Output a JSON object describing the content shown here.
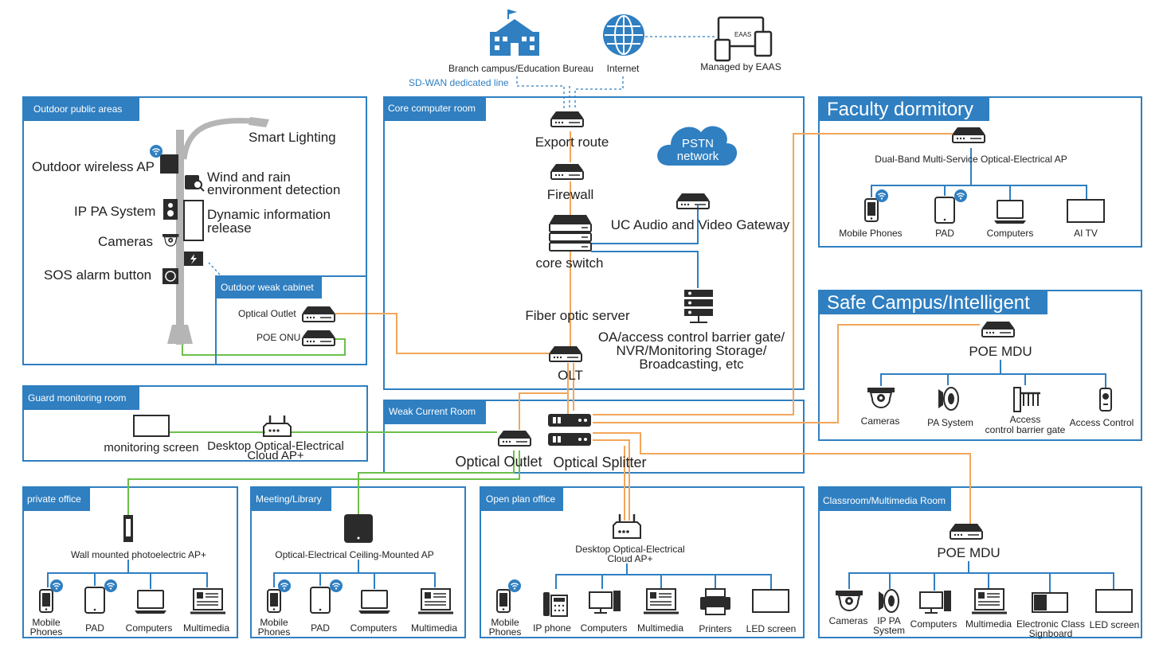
{
  "top": {
    "branch_label": "Branch campus/Education Bureau",
    "internet_label": "Internet",
    "eaas_label": "Managed by EAAS",
    "eaas_screen_text": "EAAS",
    "sdwan_label": "SD-WAN dedicated line"
  },
  "outdoor": {
    "title": "Outdoor public areas",
    "smart_lighting": "Smart Lighting",
    "wireless_ap": "Outdoor wireless AP",
    "wind_rain_1": "Wind and rain",
    "wind_rain_2": "environment detection",
    "ip_pa": "IP PA System",
    "dynamic_1": "Dynamic information",
    "dynamic_2": "release",
    "cameras": "Cameras",
    "sos": "SOS alarm button",
    "weak_cabinet_title": "Outdoor weak cabinet",
    "optical_outlet": "Optical Outlet",
    "poe_onu": "POE ONU"
  },
  "core": {
    "title": "Core computer room",
    "export_route": "Export route",
    "firewall": "Firewall",
    "pstn_1": "PSTN",
    "pstn_2": "network",
    "uc_gateway": "UC Audio and Video Gateway",
    "core_switch": "core switch",
    "fiber_server": "Fiber optic server",
    "oa_1": "OA/access control barrier gate/",
    "oa_2": "NVR/Monitoring Storage/",
    "oa_3": "Broadcasting, etc",
    "olt": "OLT"
  },
  "guard": {
    "title": "Guard monitoring room",
    "monitoring_screen": "monitoring screen",
    "desktop_ap_1": "Desktop Optical-Electrical",
    "desktop_ap_2": "Cloud AP+"
  },
  "weak_room": {
    "title": "Weak Current Room",
    "optical_outlet": "Optical Outlet",
    "optical_splitter": "Optical Splitter"
  },
  "faculty": {
    "title": "Faculty dormitory",
    "ap": "Dual-Band Multi-Service Optical-Electrical AP",
    "mobile": "Mobile Phones",
    "pad": "PAD",
    "computers": "Computers",
    "ai_tv": "AI TV"
  },
  "safe": {
    "title": "Safe Campus/Intelligent",
    "poe_mdu": "POE MDU",
    "cameras": "Cameras",
    "pa": "PA System",
    "access_gate_1": "Access",
    "access_gate_2": "control barrier gate",
    "access_control": "Access Control"
  },
  "private": {
    "title": "private office",
    "ap": "Wall mounted photoelectric AP+",
    "mobile_1": "Mobile",
    "mobile_2": "Phones",
    "pad": "PAD",
    "computers": "Computers",
    "multimedia": "Multimedia"
  },
  "meeting": {
    "title": "Meeting/Library",
    "ap": "Optical-Electrical Ceiling-Mounted AP",
    "mobile_1": "Mobile",
    "mobile_2": "Phones",
    "pad": "PAD",
    "computers": "Computers",
    "multimedia": "Multimedia"
  },
  "open": {
    "title": "Open plan office",
    "ap_1": "Desktop Optical-Electrical",
    "ap_2": "Cloud AP+",
    "mobile_1": "Mobile",
    "mobile_2": "Phones",
    "ip_phone": "IP phone",
    "computers": "Computers",
    "multimedia": "Multimedia",
    "printers": "Printers",
    "led": "LED screen"
  },
  "classroom": {
    "title": "Classroom/Multimedia Room",
    "poe_mdu": "POE MDU",
    "cameras": "Cameras",
    "ip_pa_1": "IP PA",
    "ip_pa_2": "System",
    "computers": "Computers",
    "multimedia": "Multimedia",
    "signboard_1": "Electronic Class",
    "signboard_2": "Signboard",
    "led": "LED screen"
  },
  "colors": {
    "zone_blue": "#2f7fc1",
    "fiber_orange": "#f2a65a",
    "copper_green": "#6cbf4a",
    "device_dark": "#2b2b2b"
  }
}
